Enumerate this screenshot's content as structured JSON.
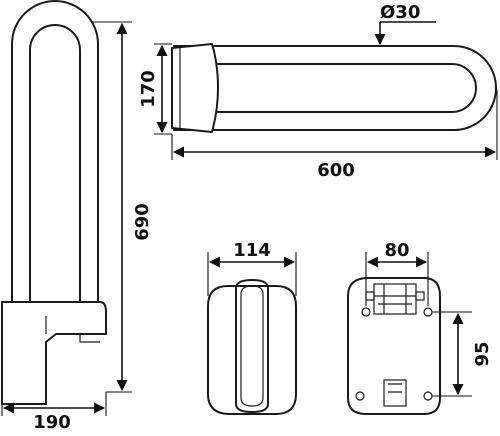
{
  "dimensions": {
    "height": "690",
    "depth": "190",
    "diameter": "Ø30",
    "bracket_height": "170",
    "length": "600",
    "grip_width": "114",
    "plate_width": "80",
    "hole_spacing": "95"
  }
}
